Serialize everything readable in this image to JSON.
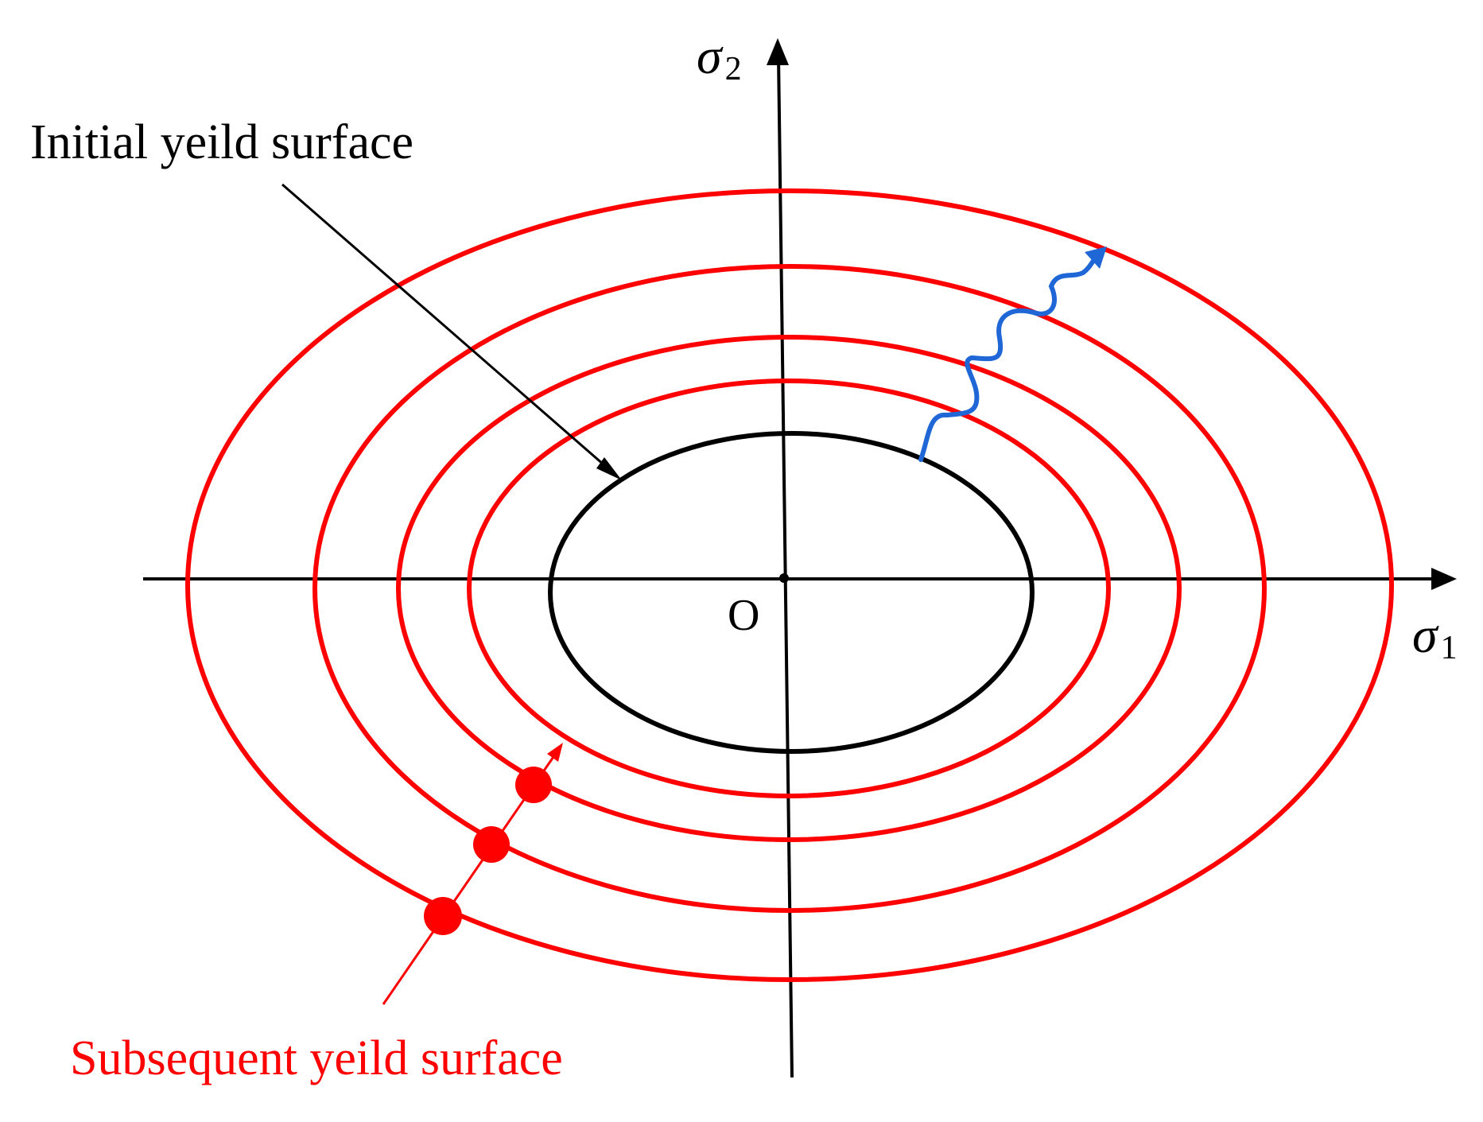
{
  "labels": {
    "initial": "Initial yeild surface",
    "subsequent": "Subsequent yeild surface",
    "origin": "O",
    "axis_x_symbol": "σ",
    "axis_x_sub": "1",
    "axis_y_symbol": "σ",
    "axis_y_sub": "2"
  },
  "colors": {
    "initial_surface": "#000000",
    "subsequent_surface": "#ff0000",
    "loading_path": "#1f66d6",
    "axes": "#000000",
    "subsequent_label": "#ff0000"
  }
}
